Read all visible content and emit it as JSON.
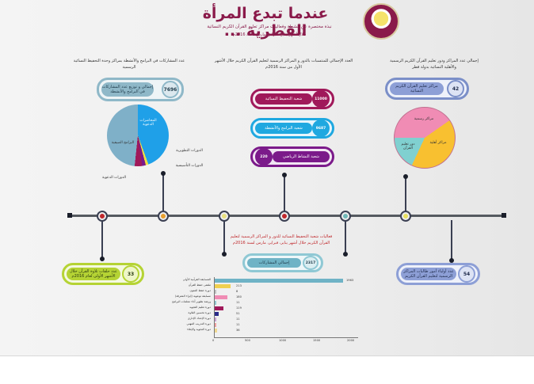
{
  "header": {
    "title": "عندما تبدع المرأة القطرية ...",
    "subtitle": "نبذة مختصرة عن أنشطة وفعاليات مراكز تعليم القرآن الكريم النسائية",
    "period": "خلال أشهر يناير، فبراير، مارس لسنة 2016م",
    "logo": "qatar-emblem"
  },
  "sections": {
    "left": {
      "caption": "عدد المشاركات في البرامج والأنشطة بمراكز وحدة التحفيظ النسائية الرسمية",
      "badge_value": "7696",
      "pill_label": "إجمالي و توزيع عدد المشاركات في البرامج والأنشطة",
      "colors": {
        "frame": "#8fb8c8",
        "inner": "#8fb8c8",
        "badge_bg": "#dbe8ee"
      }
    },
    "center": {
      "caption": "العدد الإجمالي للمنتسبات بالدور و المراكز الرسمية لتعليم القرآن الكريم خلال الأشهر الأول من سنة 2016م",
      "pills": [
        {
          "label": "شعبة التحفيظ النسائية",
          "value": "11000",
          "color": "#a0195a"
        },
        {
          "label": "شعبة البرامج والأنشطة",
          "value": "9687",
          "color": "#1fa8e0"
        },
        {
          "label": "شعبة النشاط الرياضي",
          "value": "220",
          "color": "#7b1a8a"
        }
      ]
    },
    "right": {
      "caption": "إجمالي عدد المراكز ودور تعليم القرآن الكريم الرسمية والأهلية النسائية بدولة قطر",
      "badge_value": "42",
      "pill_label": "مراكز تعليم القرآن الكريم النسائية",
      "colors": {
        "frame": "#7b8fc8",
        "inner": "#8d9fd6",
        "badge_bg": "#dde3f4"
      }
    },
    "bottom_left": {
      "badge_value": "33",
      "pill_label": "عدد حلقات تلاوة القرآن خلال الأشهر الأولى لعام 2016م",
      "colors": {
        "frame": "#b5d334",
        "inner": "#b5d334",
        "badge_bg": "#eef6c8"
      }
    },
    "bottom_center": {
      "caption": "فعاليات شعبة التحفيظ النسائية للدور و المراكز الرسمية لتعليم القرآن الكريم خلال أشهر يناير، فبراير، مارس لسنة 2016م",
      "badge_value": "2317",
      "pill_label": "إجمالي المشاركات",
      "colors": {
        "frame": "#8fc8d4",
        "inner": "#6fb3c6",
        "badge_bg": "#dbeef2"
      }
    },
    "bottom_right": {
      "badge_value": "54",
      "pill_label": "عدد أولياء أمور طالبات المراكز الرسمية لتعليم القرآن الكريم",
      "colors": {
        "frame": "#8d9fd6",
        "inner": "#8d9fd6",
        "badge_bg": "#dde3f4"
      }
    }
  },
  "timeline": {
    "nodes": [
      {
        "x": 129,
        "color": "#c0282c"
      },
      {
        "x": 206,
        "color": "#e8a030"
      },
      {
        "x": 283,
        "color": "#e8e080"
      },
      {
        "x": 359,
        "color": "#c0282c"
      },
      {
        "x": 436,
        "color": "#70b8b8"
      },
      {
        "x": 512,
        "color": "#e8e060"
      },
      {
        "x": 570,
        "color": "#70b8b8"
      }
    ]
  },
  "chart_data": [
    {
      "type": "pie",
      "title": "عدد المشاركات في البرامج والأنشطة بمراكز وحدة التحفيظ النسائية الرسمية",
      "labels": [
        "المحاضرات الدعوية",
        "البرامج الصيفية",
        "الدورات الدعوية",
        "الدورات التأسيسية",
        "الدورات التطويرية"
      ],
      "values": [
        45,
        48,
        4,
        2,
        1
      ],
      "colors": [
        "#1fa0e8",
        "#7fb0c8",
        "#a0195a",
        "#7b1a8a",
        "#f0e040"
      ]
    },
    {
      "type": "pie",
      "title": "إجمالي عدد المراكز ودور تعليم القرآن الكريم",
      "labels": [
        "مراكز رسمية",
        "مراكز أهلية",
        "دور تعليم القرآن"
      ],
      "values": [
        16,
        18,
        8
      ],
      "colors": [
        "#f08cb4",
        "#f8c030",
        "#80d0d0"
      ]
    },
    {
      "type": "bar",
      "orientation": "horizontal",
      "title": "فعاليات شعبة التحفيظ النسائية",
      "categories": [
        "المسابقة القرآنية الأولى",
        "ملتقى حفظ القرآن",
        "دورة حفظ المتون",
        "مسابقة توعوية (إثراء المعرفة)",
        "ورشة تطوير أداء معلمات البرامج",
        "دورة تعليم التجويد",
        "دورة تحسين التلاوة",
        "دورة الإعداد الإداري",
        "دورة التدريب المهني",
        "دورة التجويد والإملاء"
      ],
      "values": [
        1963,
        213,
        8,
        180,
        11,
        119,
        51,
        11,
        11,
        36
      ],
      "colors": [
        "#6fb3c6",
        "#f0d050",
        "#c0c0c0",
        "#f08cb4",
        "#90c8d0",
        "#a0195a",
        "#2a2a8a",
        "#c8a0d0",
        "#f0a0a0",
        "#f0d890"
      ],
      "xlim": [
        0,
        2000
      ],
      "xticks": [
        "0",
        "500",
        "1000",
        "1500",
        "2000"
      ]
    }
  ]
}
